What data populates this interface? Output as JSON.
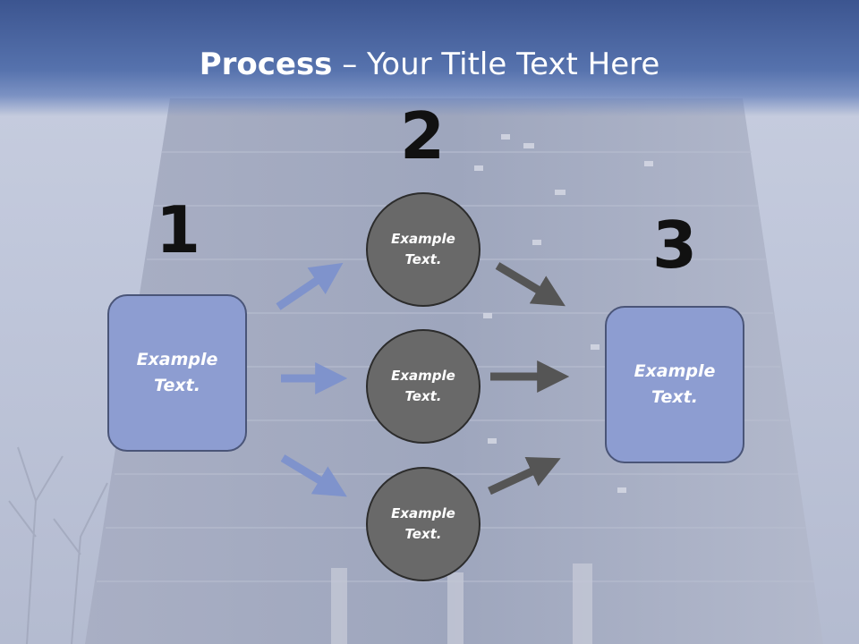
{
  "slide": {
    "title_bold": "Process",
    "title_rest": " – Your Title Text Here"
  },
  "steps": [
    {
      "number": "1",
      "text": "Example Text."
    },
    {
      "number": "2"
    },
    {
      "number": "3",
      "text": "Example Text."
    }
  ],
  "circles": [
    {
      "text": "Example Text."
    },
    {
      "text": "Example Text."
    },
    {
      "text": "Example Text."
    }
  ],
  "colors": {
    "box_fill": "#8d9dd1",
    "circle_fill": "#696969",
    "arrow_in": "#7f93cc",
    "arrow_out": "#555555",
    "title_band": "#3c5590"
  }
}
